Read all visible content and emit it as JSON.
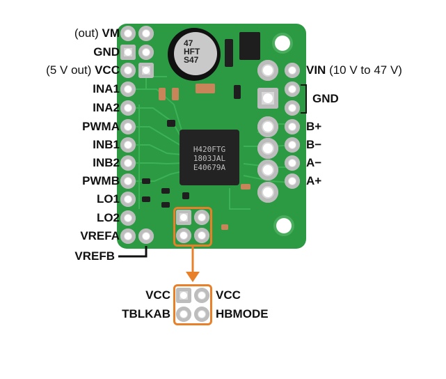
{
  "left_pins": [
    {
      "pre": "(out) ",
      "name": "VM"
    },
    {
      "pre": "",
      "name": "GND"
    },
    {
      "pre": "(5 V out) ",
      "name": "VCC"
    },
    {
      "pre": "",
      "name": "INA1"
    },
    {
      "pre": "",
      "name": "INA2"
    },
    {
      "pre": "",
      "name": "PWMA"
    },
    {
      "pre": "",
      "name": "INB1"
    },
    {
      "pre": "",
      "name": "INB2"
    },
    {
      "pre": "",
      "name": "PWMB"
    },
    {
      "pre": "",
      "name": "LO1"
    },
    {
      "pre": "",
      "name": "LO2"
    },
    {
      "pre": "",
      "name": "VREFA"
    }
  ],
  "vrefb_label": "VREFB",
  "right_pins": [
    {
      "name": "VIN",
      "post": " (10 V to 47 V)"
    },
    {
      "name": "GND",
      "post": ""
    },
    {
      "name": "B+",
      "post": ""
    },
    {
      "name": "B−",
      "post": ""
    },
    {
      "name": "A−",
      "post": ""
    },
    {
      "name": "A+",
      "post": ""
    }
  ],
  "capacitor_text": [
    "47",
    "HFT",
    "S47"
  ],
  "chip_text": [
    "H420FTG",
    "1803JAL",
    "E40679A"
  ],
  "header_pins": {
    "top_left": "VCC",
    "top_right": "VCC",
    "bottom_left": "TBLKAB",
    "bottom_right": "HBMODE"
  },
  "colors": {
    "board": "#2b9a43",
    "callout": "#e8802a",
    "chip": "#232323"
  }
}
